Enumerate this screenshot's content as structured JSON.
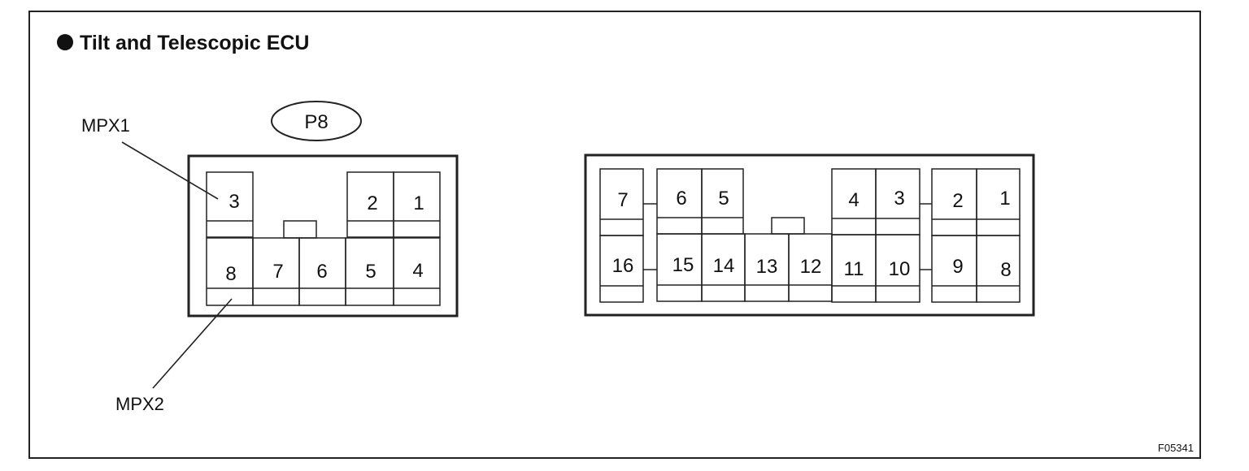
{
  "title": "Tilt and Telescopic ECU",
  "connector_id": "P8",
  "callouts": {
    "mpx1": "MPX1",
    "mpx2": "MPX2"
  },
  "figure_code": "F05341",
  "left_connector": {
    "pins": [
      "1",
      "2",
      "3",
      "4",
      "5",
      "6",
      "7",
      "8"
    ]
  },
  "right_connector": {
    "pins": [
      "1",
      "2",
      "3",
      "4",
      "5",
      "6",
      "7",
      "8",
      "9",
      "10",
      "11",
      "12",
      "13",
      "14",
      "15",
      "16"
    ]
  }
}
